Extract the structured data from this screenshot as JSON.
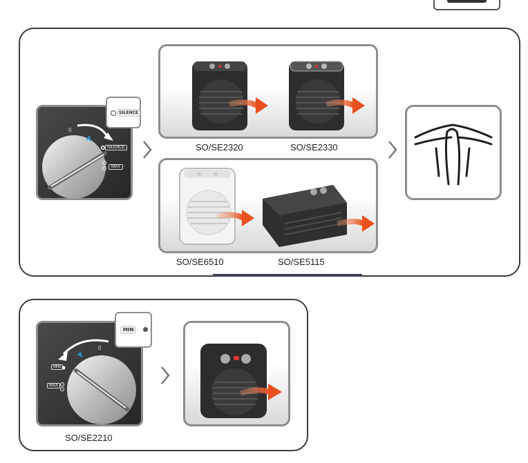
{
  "top_panel": {
    "dial": {
      "tag_label": "SILENCE",
      "zero_mark": "0",
      "silence_label": "SILENCE",
      "max_label": "MAX"
    },
    "models": [
      {
        "label": "SO/SE2320"
      },
      {
        "label": "SO/SE2330"
      },
      {
        "label": "SO/SE6510"
      },
      {
        "label": "SO/SE5115"
      }
    ]
  },
  "bottom_panel": {
    "dial": {
      "tag_label": "MIN",
      "zero_mark": "0",
      "min_label": "MIN",
      "max_label": "MAX"
    },
    "model_label": "SO/SE2210"
  },
  "colors": {
    "panel_border": "#3a3a3a",
    "card_border": "#8d8d8d",
    "dial_bg": "#3c3c3c",
    "arrow_orange": "#e8501e",
    "fan_icon_blue": "#2a9ad8"
  }
}
